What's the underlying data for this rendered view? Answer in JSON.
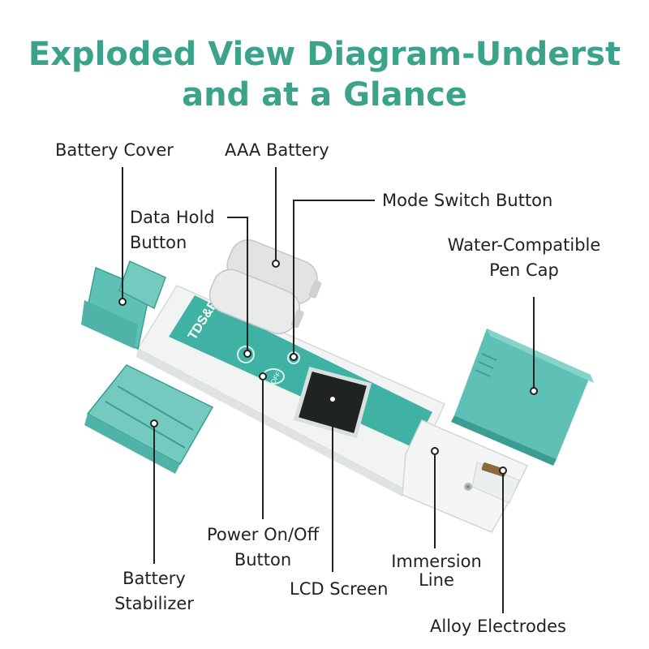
{
  "title": {
    "line1": "Exploded View Diagram-Underst",
    "line2": "and  at a Glance"
  },
  "labels": {
    "battery_cover": "Battery Cover",
    "aaa_battery": "AAA Battery",
    "data_hold_line1": "Data Hold",
    "data_hold_line2": "Button",
    "mode_switch": "Mode Switch Button",
    "pen_cap_line1": "Water-Compatible",
    "pen_cap_line2": "Pen Cap",
    "power_line1": "Power On/Off",
    "power_line2": "Button",
    "stabilizer_line1": "Battery",
    "stabilizer_line2": "Stabilizer",
    "lcd": "LCD Screen",
    "immersion_line1": "Immersion",
    "immersion_line2": "Line",
    "electrodes": "Alloy Electrodes"
  },
  "device": {
    "model_text": "TDS&EC",
    "off_text": "OFF"
  },
  "colors": {
    "title": "#3aa38a",
    "teal_body": "#3fb2a4",
    "teal_part": "#5fc1b5",
    "teal_dark": "#3a9e93",
    "screen": "#2b2f2e",
    "pen_body": "#f2f3f3",
    "label_text": "#222222"
  }
}
